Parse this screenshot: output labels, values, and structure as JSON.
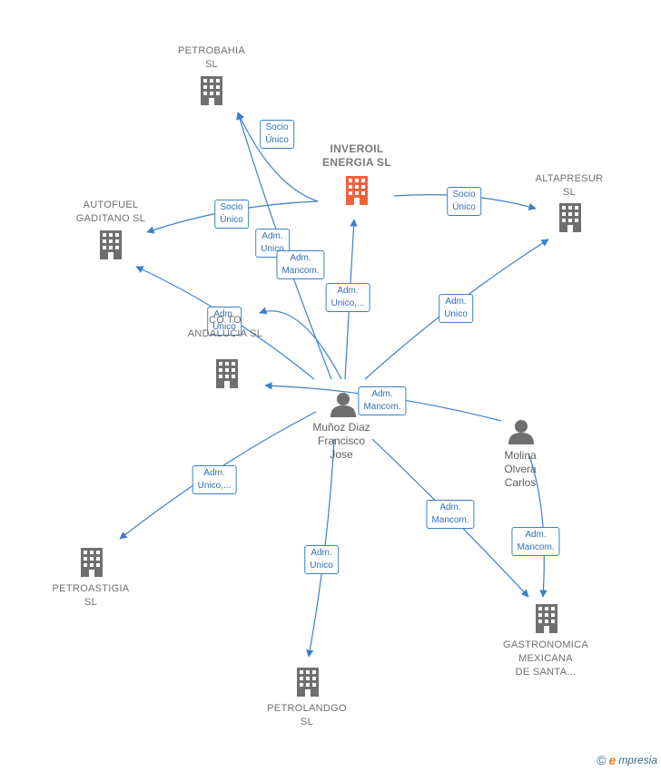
{
  "colors": {
    "edge": "#3b80cc",
    "company": "#6f6f6f",
    "company_main": "#f0643c",
    "person": "#6f6f6f"
  },
  "nodes": [
    {
      "id": "petrobahia",
      "label": "PETROBAHIA\nSL",
      "icon": "building-icon"
    },
    {
      "id": "inveroil",
      "label": "INVEROIL\nENERGIA  SL",
      "icon": "building-icon",
      "main": true
    },
    {
      "id": "altapresur",
      "label": "ALTAPRESUR\nSL",
      "icon": "building-icon"
    },
    {
      "id": "autofuel",
      "label": "AUTOFUEL\nGADITANO  SL",
      "icon": "building-icon"
    },
    {
      "id": "combustibles",
      "label": "CO          TO\nANDALUCIA  SL",
      "icon": "building-icon"
    },
    {
      "id": "munoz",
      "label": "Muñoz Diaz\nFrancisco\nJose",
      "icon": "person-icon",
      "person": true
    },
    {
      "id": "molina",
      "label": "Molina\nOlvera\nCarlos",
      "icon": "person-icon",
      "person": true
    },
    {
      "id": "petroastigia",
      "label": "PETROASTIGIA\nSL",
      "icon": "building-icon"
    },
    {
      "id": "petrolandgo",
      "label": "PETROLANDGO\nSL",
      "icon": "building-icon"
    },
    {
      "id": "gastronomica",
      "label": "GASTRONOMICA\nMEXICANA\nDE SANTA...",
      "icon": "building-icon"
    }
  ],
  "edges": [
    {
      "from": "inveroil",
      "to": "petrobahia",
      "label": "Socio\nÚnico"
    },
    {
      "from": "inveroil",
      "to": "autofuel",
      "label": "Socio\nÚnico"
    },
    {
      "from": "inveroil",
      "to": "altapresur",
      "label": "Socio\nÚnico"
    },
    {
      "from": "munoz",
      "to": "petrobahia",
      "label": "Adm.\nUnico"
    },
    {
      "from": "munoz",
      "to": "combustibles_top",
      "label": "Adm.\nMancom."
    },
    {
      "from": "munoz",
      "to": "inveroil",
      "label": "Adm.\nUnico,..."
    },
    {
      "from": "munoz",
      "to": "autofuel",
      "label": "Adm.\nUnico"
    },
    {
      "from": "munoz",
      "to": "altapresur",
      "label": "Adm.\nUnico"
    },
    {
      "from": "molina",
      "to": "combustibles",
      "label": "Adm.\nMancom."
    },
    {
      "from": "munoz",
      "to": "petroastigia",
      "label": "Adm.\nUnico,..."
    },
    {
      "from": "munoz",
      "to": "petrolandgo",
      "label": "Adm.\nUnico"
    },
    {
      "from": "munoz",
      "to": "gastronomica",
      "label": "Adm.\nMancom."
    },
    {
      "from": "molina",
      "to": "gastronomica",
      "label": "Adm.\nMancom."
    }
  ],
  "brand": {
    "copyright": "©",
    "initial": "e",
    "rest": "mpresia"
  }
}
